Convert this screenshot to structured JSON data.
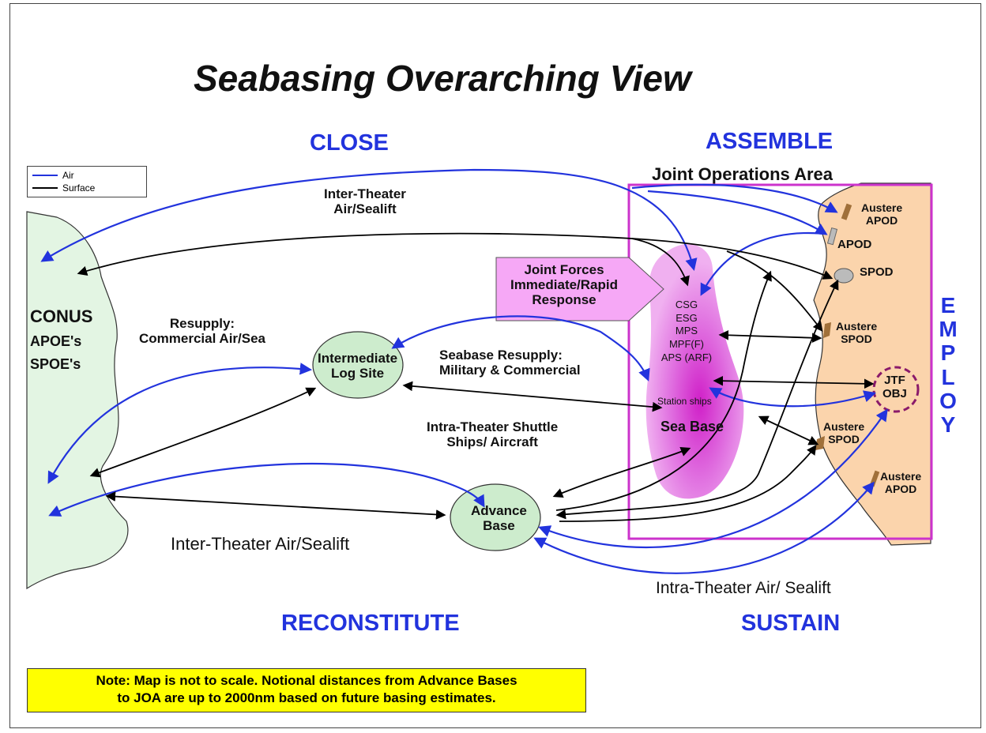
{
  "title": "Seabasing Overarching View",
  "phases": {
    "close": "CLOSE",
    "assemble": "ASSEMBLE",
    "employ": "EMPLOY",
    "reconstitute": "RECONSTITUTE",
    "sustain": "SUSTAIN"
  },
  "legend": {
    "items": [
      {
        "label": "Air",
        "color": "#2233dd"
      },
      {
        "label": "Surface",
        "color": "#000000"
      }
    ]
  },
  "regions": {
    "joa": "Joint Operations Area",
    "conus_lines": [
      "CONUS",
      "APOE's",
      "SPOE's"
    ]
  },
  "nodes": {
    "intermediate_log_site": [
      "Intermediate",
      "Log Site"
    ],
    "advance_base": [
      "Advance",
      "Base"
    ],
    "sea_base": {
      "components": [
        "CSG",
        "ESG",
        "MPS",
        "MPF(F)",
        "APS (ARF)"
      ],
      "station_ships": "Station ships",
      "name": "Sea Base"
    },
    "joint_forces": [
      "Joint Forces",
      "Immediate/Rapid",
      "Response"
    ],
    "austere_apod_top": [
      "Austere",
      "APOD"
    ],
    "apod": "APOD",
    "spod": "SPOD",
    "austere_spod_1": [
      "Austere",
      "SPOD"
    ],
    "jtf_obj": [
      "JTF",
      "OBJ"
    ],
    "austere_spod_2": [
      "Austere",
      "SPOD"
    ],
    "austere_apod_bottom": [
      "Austere",
      "APOD"
    ]
  },
  "route_labels": {
    "inter_theater_top": [
      "Inter-Theater",
      "Air/Sealift"
    ],
    "resupply": [
      "Resupply:",
      "Commercial Air/Sea"
    ],
    "seabase_resupply": [
      "Seabase Resupply:",
      "Military & Commercial"
    ],
    "intra_theater_shuttle": [
      "Intra-Theater Shuttle",
      "Ships/ Aircraft"
    ],
    "inter_theater_bottom": "Inter-Theater Air/Sealift",
    "intra_theater_bottom": "Intra-Theater Air/ Sealift"
  },
  "note": {
    "line1": "Note: Map is not to scale.  Notional distances from Advance Bases",
    "line2": "to JOA are up to 2000nm based on future basing estimates."
  },
  "colors": {
    "air": "#2233dd",
    "surface": "#000000",
    "land_conus": "#e3f5e3",
    "land_theater": "#fbd4ac",
    "joa_border": "#cc33cc",
    "sea_base": "#e060e0",
    "node_fill": "#cdeccd",
    "note_bg": "#ffff00"
  }
}
